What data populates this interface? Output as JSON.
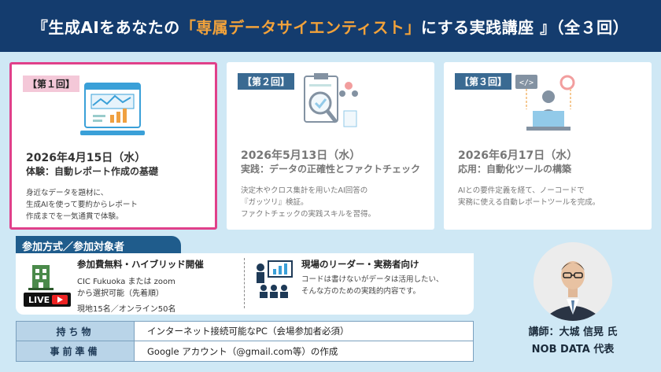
{
  "banner": {
    "prefix": "『生成AIをあなたの",
    "highlight": "「専属データサイエンティスト」",
    "suffix": "にする実践講座 』（全３回）"
  },
  "sessions": [
    {
      "tag": "【第１回】",
      "date": "2026年4月15日（水）",
      "title": "体験：自動レポート作成の基礎",
      "desc": "身近なデータを題材に、\n生成AIを使って要約からレポート\n作成までを一気通貫で体験。",
      "icon": "dashboard-chart-icon"
    },
    {
      "tag": "【第２回】",
      "date": "2026年5月13日（水）",
      "title": "実践：データの正確性とファクトチェック",
      "desc": "決定木やクロス集計を用いたAI回答の\n『ガッツリ』検証。\nファクトチェックの実践スキルを習得。",
      "icon": "clipboard-magnifier-icon"
    },
    {
      "tag": "【第３回】",
      "date": "2026年6月17日（水）",
      "title": "応用：自動化ツールの構築",
      "desc": "AIとの要件定義を経て、ノーコードで\n実務に使える自動レポートツールを完成。",
      "icon": "developer-laptop-icon"
    }
  ],
  "participation": {
    "label": "参加方式／参加対象者",
    "left": {
      "title": "参加費無料・ハイブリッド開催",
      "line1": "CIC Fukuoka または zoom",
      "line2": "から選択可能（先着順）",
      "line3": "現地15名／オンライン50名",
      "live": "LIVE"
    },
    "right": {
      "title": "現場のリーダー・実務者向け",
      "desc": "コードは書けないがデータは活用したい、\nそんな方のための実践的内容です。"
    }
  },
  "info_table": [
    {
      "key": "持ち物",
      "value": "インターネット接続可能なPC（会場参加者必須）"
    },
    {
      "key": "事前準備",
      "value": "Google アカウント（@gmail.com等）の作成"
    }
  ],
  "instructor": {
    "line1": "講師：大城 信晃 氏",
    "line2": "NOB DATA 代表"
  },
  "colors": {
    "banner_bg": "#143c6e",
    "highlight": "#f2a23a",
    "page_bg": "#cfe8f5",
    "active_border": "#e0408a"
  }
}
